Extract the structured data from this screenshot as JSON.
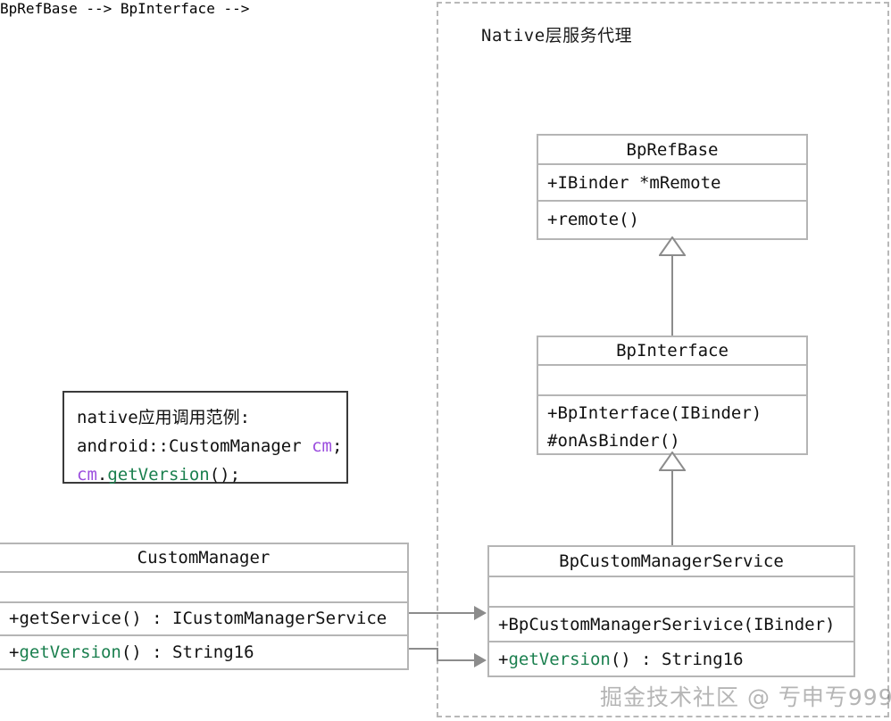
{
  "package": {
    "label": "Native层服务代理"
  },
  "classes": {
    "bp_ref_base": {
      "name": "BpRefBase",
      "attributes": [
        "+IBinder *mRemote"
      ],
      "methods": [
        "+remote()"
      ]
    },
    "bp_interface": {
      "name": "BpInterface",
      "attributes": [
        ""
      ],
      "methods": [
        "+BpInterface(IBinder)",
        "#onAsBinder()"
      ]
    },
    "bp_custom_manager_service": {
      "name": "BpCustomManagerService",
      "attributes": [
        ""
      ],
      "methods": [
        "+BpCustomManagerSerivice(IBinder)"
      ],
      "method_get_version": {
        "sign": "+",
        "name": "getVersion",
        "rest": "() : String16"
      }
    },
    "custom_manager": {
      "name": "CustomManager",
      "attributes": [
        ""
      ],
      "methods": [
        "+getService() : ICustomManagerService"
      ],
      "method_get_version": {
        "sign": "+",
        "name": "getVersion",
        "rest": "() : String16"
      }
    }
  },
  "note": {
    "line1": "native应用调用范例:",
    "line2_a": "android::CustomManager ",
    "line2_b": "cm",
    "line2_c": ";",
    "line3_a": "cm",
    "line3_b": ".",
    "line3_c": "getVersion",
    "line3_d": "();"
  },
  "watermark": {
    "text": "掘金技术社区 @ 亐申亐999"
  },
  "colors": {
    "green": "#1a7f4e",
    "purple": "#9b4dde",
    "border": "#b5b5b5",
    "connector": "#8c8c8c",
    "note_border": "#3a3a3a",
    "dashed": "#b8b8b8"
  }
}
